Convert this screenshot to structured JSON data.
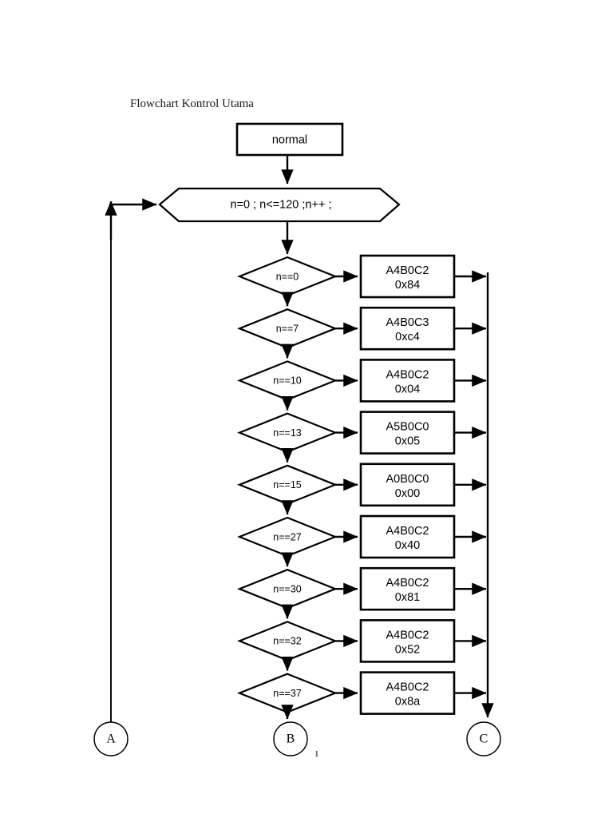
{
  "document": {
    "title": "Flowchart Kontrol Utama",
    "page_number": "1",
    "background_color": "#ffffff",
    "stroke_color": "#000000"
  },
  "start": {
    "label": "normal",
    "shape": "process-box"
  },
  "loop": {
    "label": "n=0 ; n<=120 ;n++ ;",
    "shape": "hexagon"
  },
  "rows": [
    {
      "condition": "n==0",
      "action_line1": "A4B0C2",
      "action_line2": "0x84"
    },
    {
      "condition": "n==7",
      "action_line1": "A4B0C3",
      "action_line2": "0xc4"
    },
    {
      "condition": "n==10",
      "action_line1": "A4B0C2",
      "action_line2": "0x04"
    },
    {
      "condition": "n==13",
      "action_line1": "A5B0C0",
      "action_line2": "0x05"
    },
    {
      "condition": "n==15",
      "action_line1": "A0B0C0",
      "action_line2": "0x00"
    },
    {
      "condition": "n==27",
      "action_line1": "A4B0C2",
      "action_line2": "0x40"
    },
    {
      "condition": "n==30",
      "action_line1": "A4B0C2",
      "action_line2": "0x81"
    },
    {
      "condition": "n==32",
      "action_line1": "A4B0C2",
      "action_line2": "0x52"
    },
    {
      "condition": "n==37",
      "action_line1": "A4B0C2",
      "action_line2": "0x8a"
    }
  ],
  "connectors": [
    {
      "label": "A",
      "role": "loop-back-target"
    },
    {
      "label": "B",
      "role": "decision-chain-exit"
    },
    {
      "label": "C",
      "role": "action-bus-exit"
    }
  ]
}
